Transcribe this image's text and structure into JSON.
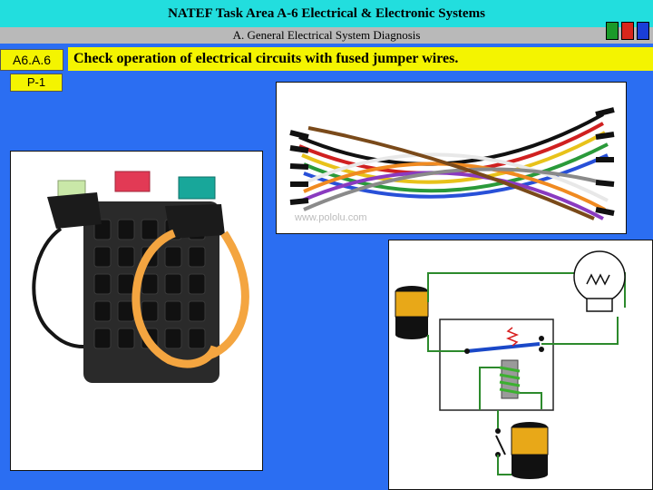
{
  "header": {
    "title": "NATEF Task Area A-6 Electrical & Electronic Systems",
    "subtitle": "A.  General Electrical System Diagnosis"
  },
  "flags": [
    "green-icon",
    "red-icon",
    "blue-icon"
  ],
  "task": {
    "code": "A6.A.6",
    "page": "P-1",
    "text": "Check operation of electrical circuits with fused jumper wires."
  },
  "images": {
    "jumper_watermark": "www.pololu.com"
  },
  "colors": {
    "background": "#2b6ef2",
    "title_bar": "#22dede",
    "subtitle_bar": "#b9b9b9",
    "highlight": "#f4f400",
    "flag_green": "#1a9a2a",
    "flag_red": "#d8261c",
    "flag_blue": "#1a3ed8"
  }
}
